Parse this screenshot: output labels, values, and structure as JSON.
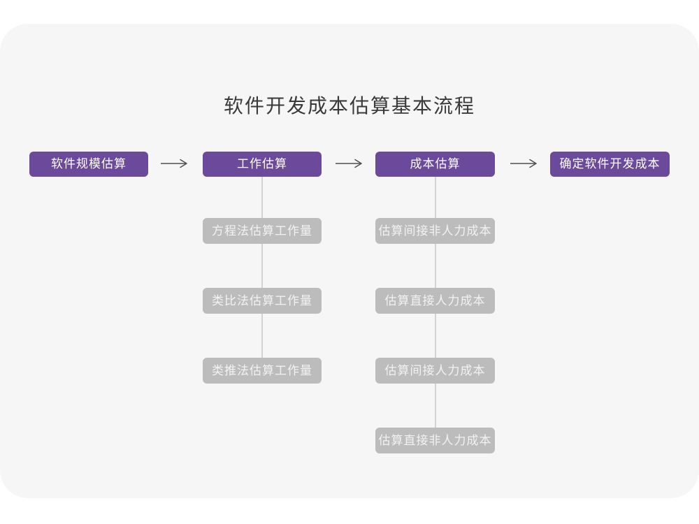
{
  "title": "软件开发成本估算基本流程",
  "colors": {
    "accent_purple": "#6b4a9c",
    "sub_step_gray": "#bcbcbc",
    "card_background": "#f6f6f7",
    "connector_gray": "#d3d3d3",
    "arrow_gray": "#4f4f4f",
    "title_text": "#3a3a3a"
  },
  "flow": {
    "main_steps": [
      {
        "label": "软件规模估算"
      },
      {
        "label": "工作估算"
      },
      {
        "label": "成本估算"
      },
      {
        "label": "确定软件开发成本"
      }
    ],
    "work_estimation_substeps": [
      {
        "label": "方程法估算工作量"
      },
      {
        "label": "类比法估算工作量"
      },
      {
        "label": "类推法估算工作量"
      }
    ],
    "cost_estimation_substeps": [
      {
        "label": "估算间接非人力成本"
      },
      {
        "label": "估算直接人力成本"
      },
      {
        "label": "估算间接人力成本"
      },
      {
        "label": "估算直接非人力成本"
      }
    ]
  }
}
